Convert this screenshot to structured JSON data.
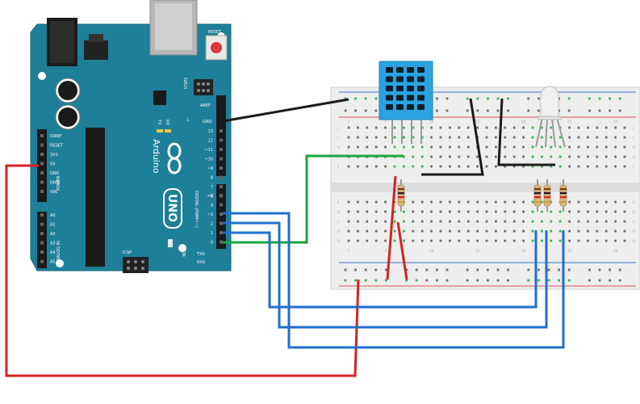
{
  "arduino": {
    "reset_label": "RESET",
    "icsp2_label": "ICSP2",
    "tx_label": "TX",
    "rx_label": "RX",
    "l_label": "L",
    "aref_label": "AREF",
    "gnd_label": "GND",
    "brand_text": "Arduino",
    "model_text": "UNO",
    "on_label": "ON",
    "icsp_label": "ICSP",
    "digital_label": "DIGITAL (PWM=~)",
    "analog_label": "ANALOG IN",
    "power_label": "POWER",
    "txo_label": "TX0",
    "rxo_label": "RX0",
    "digital_pins": [
      "13",
      "12",
      "~11",
      "~10",
      "~9",
      "8",
      "7",
      "~6",
      "~5",
      "4",
      "~3",
      "2",
      "1",
      "0"
    ],
    "power_pins": [
      "IOREF",
      "RESET",
      "3V3",
      "5V",
      "GND",
      "GND",
      "VIN"
    ],
    "analog_pins": [
      "A0",
      "A1",
      "A2",
      "A3",
      "A4",
      "A5"
    ]
  },
  "breadboard": {
    "row_letters_top": [
      "J",
      "I",
      "H",
      "G",
      "F"
    ],
    "row_letters_bottom": [
      "E",
      "D",
      "C",
      "B",
      "A"
    ],
    "column_numbers": [
      "1",
      "5",
      "10",
      "15",
      "20",
      "25",
      "30"
    ]
  },
  "colors": {
    "board": "#1e7f98",
    "wire_red": "#d42222",
    "wire_black": "#1a1a1a",
    "wire_green": "#19a63a",
    "wire_blue": "#1f6fcf",
    "sensor": "#2aa3e0",
    "rail_red": "#d9534f",
    "rail_blue": "#3f6fd1",
    "hole_green": "#3cb34a"
  },
  "components": {
    "sensor_icon": "dht-sensor-icon",
    "led_icon": "rgb-led-icon",
    "resistor_icon": "resistor-icon"
  }
}
